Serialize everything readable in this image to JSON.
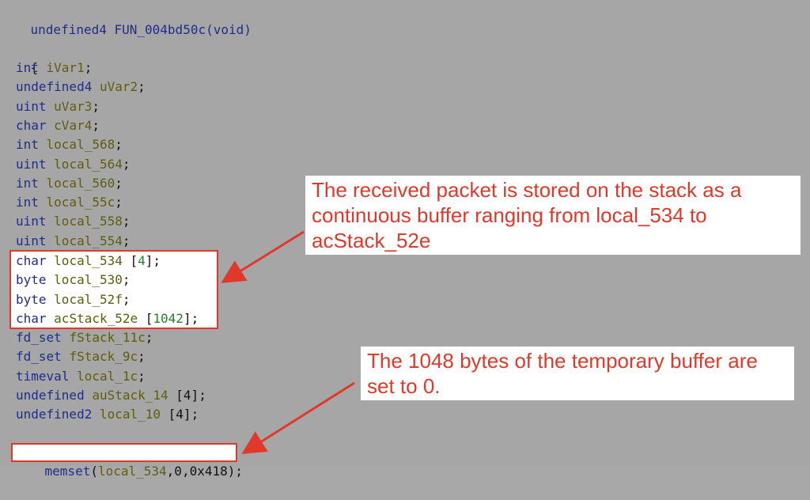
{
  "signature": "undefined4 FUN_004bd50c(void)",
  "open_brace": "{",
  "decls": [
    {
      "type": "int",
      "name": "iVar1",
      "suffix": ";"
    },
    {
      "type": "undefined4",
      "name": "uVar2",
      "suffix": ";"
    },
    {
      "type": "uint",
      "name": "uVar3",
      "suffix": ";"
    },
    {
      "type": "char",
      "name": "cVar4",
      "suffix": ";"
    },
    {
      "type": "int",
      "name": "local_568",
      "suffix": ";"
    },
    {
      "type": "uint",
      "name": "local_564",
      "suffix": ";"
    },
    {
      "type": "int",
      "name": "local_560",
      "suffix": ";"
    },
    {
      "type": "int",
      "name": "local_55c",
      "suffix": ";"
    },
    {
      "type": "uint",
      "name": "local_558",
      "suffix": ";"
    },
    {
      "type": "uint",
      "name": "local_554",
      "suffix": ";"
    }
  ],
  "highlighted_decls": [
    {
      "type": "char",
      "name": "local_534",
      "arr": " [",
      "num": "4",
      "close": "];"
    },
    {
      "type": "byte",
      "name": "local_530",
      "arr": "",
      "num": "",
      "close": ";"
    },
    {
      "type": "byte",
      "name": "local_52f",
      "arr": "",
      "num": "",
      "close": ";"
    },
    {
      "type": "char",
      "name": "acStack_52e",
      "arr": " [",
      "num": "1042",
      "close": "];"
    }
  ],
  "decls2": [
    {
      "type": "fd_set",
      "name": "fStack_11c",
      "suffix": ";"
    },
    {
      "type": "fd_set",
      "name": "fStack_9c",
      "suffix": ";"
    },
    {
      "type": "timeval",
      "name": "local_1c",
      "suffix": ";"
    },
    {
      "type": "undefined",
      "name": "auStack_14",
      "suffix": " [4];"
    },
    {
      "type": "undefined2",
      "name": "local_10",
      "suffix": " [4];"
    }
  ],
  "memset_call": {
    "fn": "memset",
    "args_open": "(",
    "arg1": "local_534",
    "arg2": ",0,0x418",
    "close": ");"
  },
  "callouts": {
    "first": "The received packet is stored on the stack as a continuous buffer ranging from local_534 to acStack_52e",
    "second": "The 1048 bytes of the temporary buffer are set to 0."
  },
  "colors": {
    "accent": "#e0392b",
    "type_color": "#1f2d8c",
    "ident_color": "#5e5e10",
    "num_color": "#2a7a2a"
  }
}
